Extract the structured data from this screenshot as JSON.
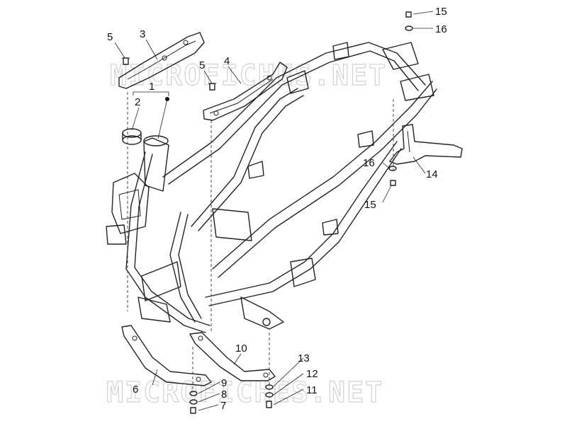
{
  "watermark": "MICROFICHES.NET",
  "callouts": [
    "1",
    "2",
    "3",
    "4",
    "5",
    "5",
    "6",
    "7",
    "8",
    "9",
    "10",
    "11",
    "12",
    "13",
    "14",
    "15",
    "15",
    "16",
    "16"
  ]
}
